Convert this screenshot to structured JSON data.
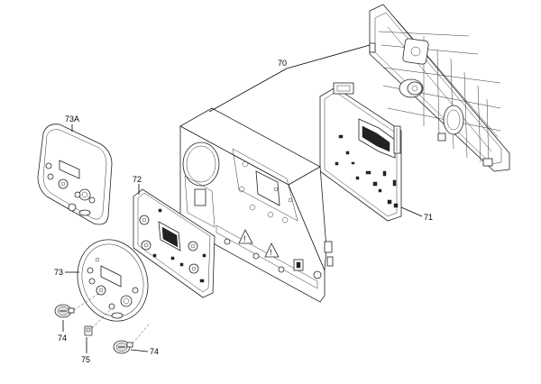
{
  "labels": {
    "p70": "70",
    "p71": "71",
    "p72": "72",
    "p73A": "73A",
    "p73": "73",
    "p74a": "74",
    "p74b": "74",
    "p75": "75"
  },
  "icons": [
    "warning-triangle-icon",
    "warning-triangle-icon"
  ]
}
